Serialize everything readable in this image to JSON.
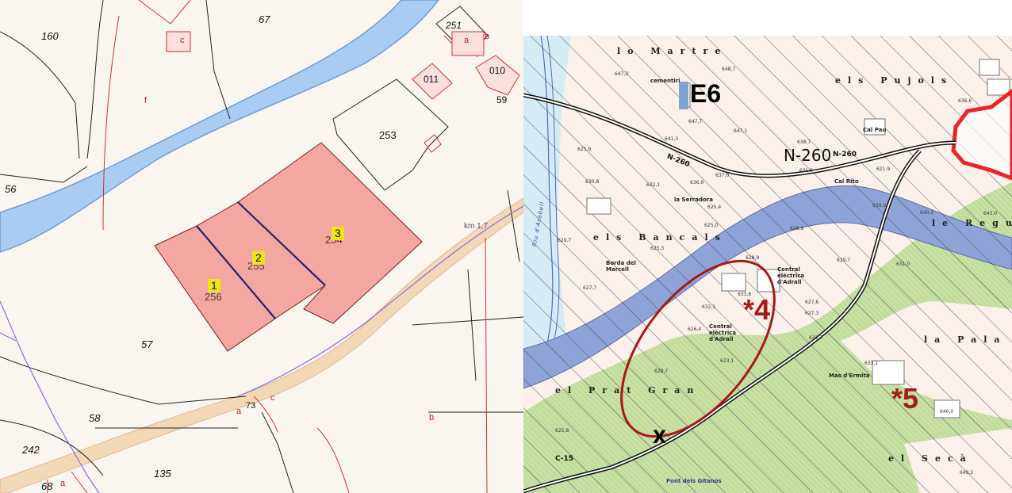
{
  "left_map": {
    "parcels": [
      "160",
      "67",
      "251",
      "011",
      "010",
      "59",
      "253",
      "56",
      "57",
      "58",
      "242",
      "135",
      "68"
    ],
    "subparcels": [
      "f",
      "c",
      "a",
      "b",
      "a",
      "c",
      "b",
      "a"
    ],
    "road_km_label": "km 1,7",
    "road_number": "73",
    "highlighted_plots": [
      {
        "number": "1",
        "ref": "256"
      },
      {
        "number": "2",
        "ref": "255"
      },
      {
        "number": "3",
        "ref": "254"
      }
    ],
    "colors": {
      "plot_fill": "#f4a6a0",
      "river": "#a9cdf2",
      "road": "#f3d8b8",
      "boundary_red": "#d03030",
      "boundary_purple": "#8a6ae0"
    }
  },
  "right_map": {
    "places": [
      "lo Martre",
      "els Pujols",
      "els Bancals",
      "le Regu",
      "la Pala",
      "el Prat Gran",
      "el Secà"
    ],
    "roads": [
      "N-260",
      "N-260",
      "N-260",
      "C-15"
    ],
    "zone_label": "E6",
    "site_labels": [
      "*4",
      "*5"
    ],
    "poi": [
      "cementiri",
      "Cal Pau",
      "Cal Rito",
      "la Serradora",
      "Borda del Marcell",
      "Central elèctrica d'Adrall",
      "Central elèctrica d'Adrall",
      "Mas d'Ermita",
      "Pont dels Gitanos"
    ],
    "river": "Riu d'Arabell",
    "crossing_mark": "X",
    "elevations": [
      "648,7",
      "647,3",
      "647,7",
      "647,1",
      "641,3",
      "637,0",
      "636,9",
      "638,7",
      "632,1",
      "631,5",
      "621,9",
      "625,9",
      "630,8",
      "629,7",
      "625,4",
      "627,7",
      "625,0",
      "628,9",
      "625,3",
      "626,4",
      "623,1",
      "627,3",
      "630,0",
      "631,0",
      "636,6",
      "640,0",
      "643,0",
      "627,6",
      "631,7",
      "633,6",
      "632,1",
      "628,9",
      "629,7",
      "633,1",
      "625,8",
      "628,7",
      "640,0",
      "649,2"
    ],
    "colors": {
      "hatch": "#2a3350",
      "green": "#c8e0a4",
      "river": "#8fa4d6",
      "outline_red": "#a81818",
      "urban_red": "#e8262a"
    }
  }
}
